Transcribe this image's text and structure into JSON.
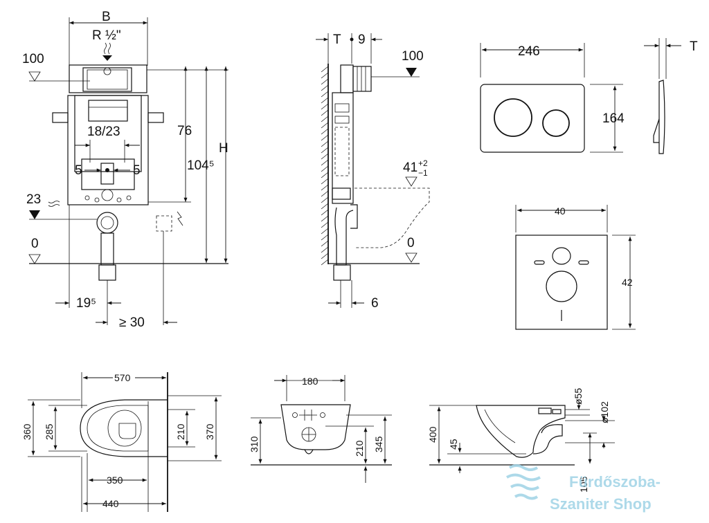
{
  "frame": {
    "labels": {
      "B": "B",
      "thread": "R ½\"",
      "level100": "100",
      "d18_23": "18/23",
      "d76": "76",
      "d104": "104⁵",
      "H": "H",
      "d5a": "5",
      "d5b": "5",
      "level23": "23",
      "level0": "0",
      "d19": "19⁵",
      "d30": "≥ 30"
    }
  },
  "side": {
    "labels": {
      "T": "T",
      "nine": "9",
      "level100": "100",
      "d41": "41",
      "d41_tol_plus": "+2",
      "d41_tol_minus": "−1",
      "level0": "0",
      "d6": "6"
    }
  },
  "flush_plate": {
    "labels": {
      "width": "246",
      "height": "164",
      "T": "T"
    }
  },
  "gasket": {
    "labels": {
      "width": "40",
      "height": "42"
    }
  },
  "toilet_top": {
    "labels": {
      "d570": "570",
      "d360": "360",
      "d285": "285",
      "d210": "210",
      "d370": "370",
      "d350": "350",
      "d440": "440"
    }
  },
  "toilet_rear": {
    "labels": {
      "d180": "180",
      "d310": "310",
      "d210": "210",
      "d345": "345"
    }
  },
  "toilet_side": {
    "labels": {
      "d400": "400",
      "d45": "45",
      "d55": "ø55",
      "d102": "ø102",
      "d105": "105"
    }
  },
  "watermark": {
    "line1": "Fürdőszoba-",
    "line2": "Szaniter Shop"
  },
  "colors": {
    "ink": "#111111",
    "watermark": "#9fd3e6"
  }
}
